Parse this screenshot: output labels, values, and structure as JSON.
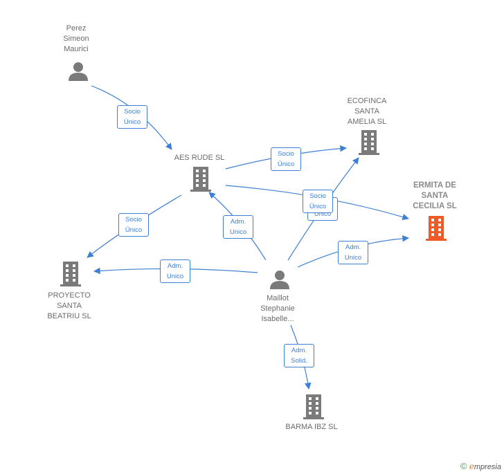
{
  "nodes": {
    "perez": "Perez\nSimeon\nMaurici",
    "aes_rude": "AES RUDE  SL",
    "ecofinca": "ECOFINCA\nSANTA\nAMELIA  SL",
    "ermita": "ERMITA DE\nSANTA\nCECILIA  SL",
    "proyecto": "PROYECTO\nSANTA\nBEATRIU  SL",
    "maillot": "Maillot\nStephanie\nIsabelle...",
    "barma": "BARMA IBZ  SL"
  },
  "edges": {
    "perez_aes": "Socio\nÚnico",
    "aes_ecofinca": "Socio\nÚnico",
    "aes_ermita_back": "Socio\nÚnico",
    "aes_ermita": "Socio\nÚnico",
    "aes_proyecto": "Socio\nÚnico",
    "maillot_aes": "Adm.\nUnico",
    "maillot_proyecto": "Adm.\nUnico",
    "maillot_ermita": "Adm.\nUnico",
    "maillot_barma": "Adm.\nSolid."
  },
  "colors": {
    "edge": "#3d7fd4",
    "icon": "#7a7a7a",
    "focus_icon": "#f05a28"
  },
  "footer": {
    "copyright_symbol": "©",
    "brand_initial": "e",
    "brand_rest": "mpresia"
  }
}
